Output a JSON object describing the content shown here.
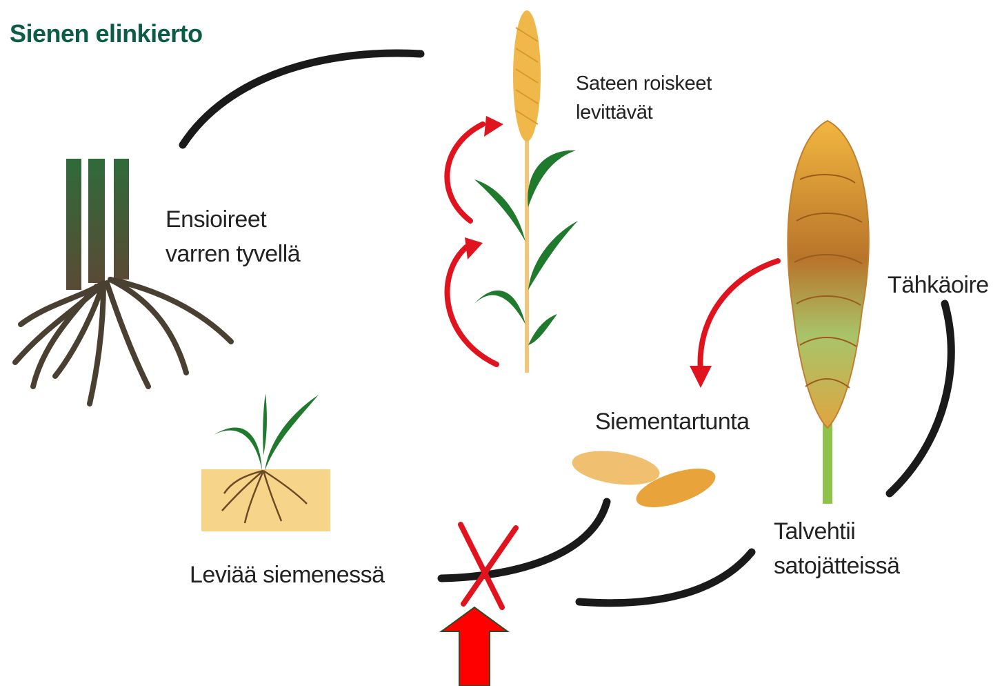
{
  "title": "Sienen elinkierto",
  "labels": {
    "rain_line1": "Sateen roiskeet",
    "rain_line2": "levittävät",
    "first_line1": "Ensioireet",
    "first_line2": "varren tyvellä",
    "ear_disease": "Tähkäoire",
    "seed_infection": "Siementartunta",
    "overwinter_line1": "Talvehtii",
    "overwinter_line2": "satojätteissä",
    "spread_seed": "Leviää siemenessä"
  },
  "colors": {
    "title_green": "#0d5c45",
    "leaf_green": "#1f7a2e",
    "arrow_black": "#1a1a1a",
    "arrow_red": "#e0141e",
    "soil": "#f6d48a",
    "grain": "#f0b84a"
  },
  "icons": [
    "stem-base-roots-icon",
    "wheat-plant-icon",
    "wheat-ear-icon",
    "seedling-icon",
    "grains-icon",
    "cross-mark-icon",
    "up-arrow-icon"
  ]
}
